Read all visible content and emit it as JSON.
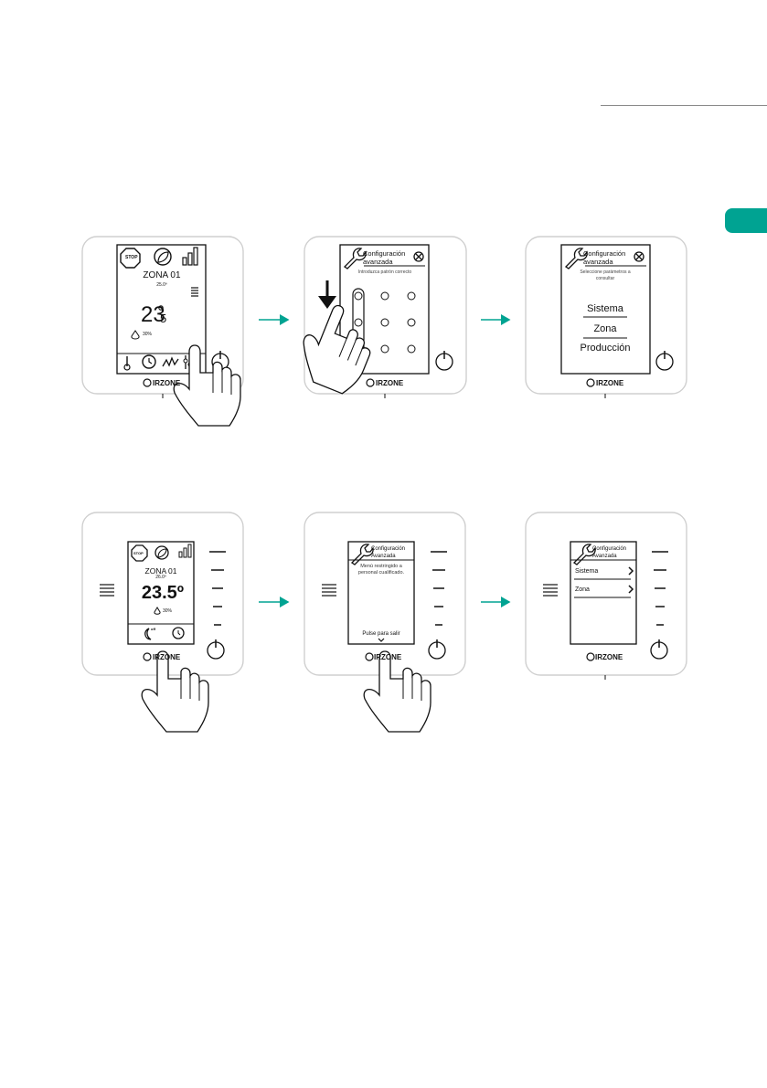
{
  "colors": {
    "accent": "#00a392",
    "line": "#111111",
    "frame": "#d0d0d0"
  },
  "icons": [
    "stop-icon",
    "eco-icon",
    "signal-icon",
    "menu-icon",
    "power-icon",
    "thermometer-icon",
    "clock-icon",
    "chart-icon",
    "settings-icon",
    "wrench-icon",
    "close-icon",
    "sleep-icon",
    "chevron-icon",
    "hand-icon",
    "arrow-icon"
  ],
  "brand": "IRZONE",
  "row1": {
    "step1": {
      "zone": "ZONA 01",
      "setpoint": "25.0º",
      "temp_int": "23",
      "temp_dec": "5",
      "humidity": "30%",
      "stop": "STOP"
    },
    "step2": {
      "title1": "Configuración",
      "title2": "avanzada",
      "subtitle": "Introduzca patrón correcto"
    },
    "step3": {
      "title1": "Configuración",
      "title2": "avanzada",
      "subtitle1": "Seleccione parámetros a",
      "subtitle2": "consultar",
      "options": [
        "Sistema",
        "Zona",
        "Producción"
      ]
    }
  },
  "row2": {
    "step1": {
      "zone": "ZONA 01",
      "setpoint": "26.0º",
      "temp": "23.5º",
      "humidity": "30%",
      "stop": "STOP",
      "sleep": "off"
    },
    "step2": {
      "title1": "Configuración",
      "title2": "Avanzada",
      "msg1": "Menú restringido a",
      "msg2": "personal cualificado.",
      "exit": "Pulse para salir"
    },
    "step3": {
      "title1": "Configuración",
      "title2": "Avanzada",
      "options": [
        "Sistema",
        "Zona"
      ]
    }
  }
}
